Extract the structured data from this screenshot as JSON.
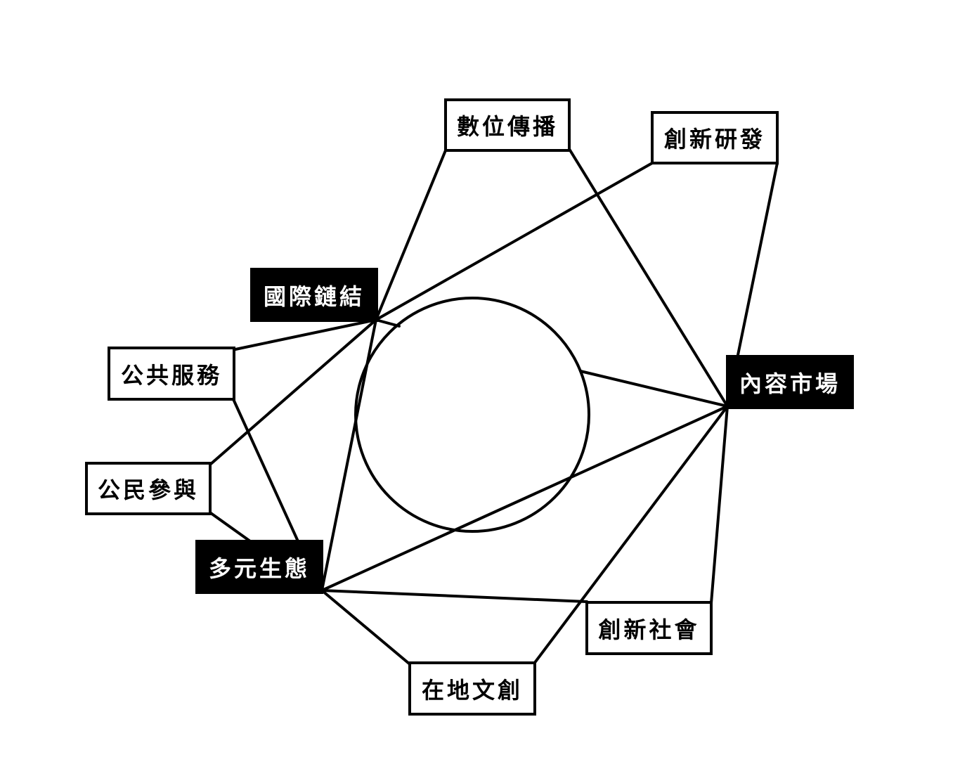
{
  "diagram": {
    "colors": {
      "stroke": "#000000",
      "fill_dark": "#000000",
      "text_light": "#ffffff",
      "background": "#ffffff"
    },
    "hubs": [
      {
        "id": "international",
        "label": "國際鏈結"
      },
      {
        "id": "content_market",
        "label": "內容市場"
      },
      {
        "id": "diverse_ecology",
        "label": "多元生態"
      }
    ],
    "nodes": [
      {
        "id": "digital",
        "label": "數位傳播"
      },
      {
        "id": "innovation_rd",
        "label": "創新研發"
      },
      {
        "id": "public_service",
        "label": "公共服務"
      },
      {
        "id": "civic",
        "label": "公民參與"
      },
      {
        "id": "innovation_society",
        "label": "創新社會"
      },
      {
        "id": "local_creative",
        "label": "在地文創"
      }
    ]
  }
}
